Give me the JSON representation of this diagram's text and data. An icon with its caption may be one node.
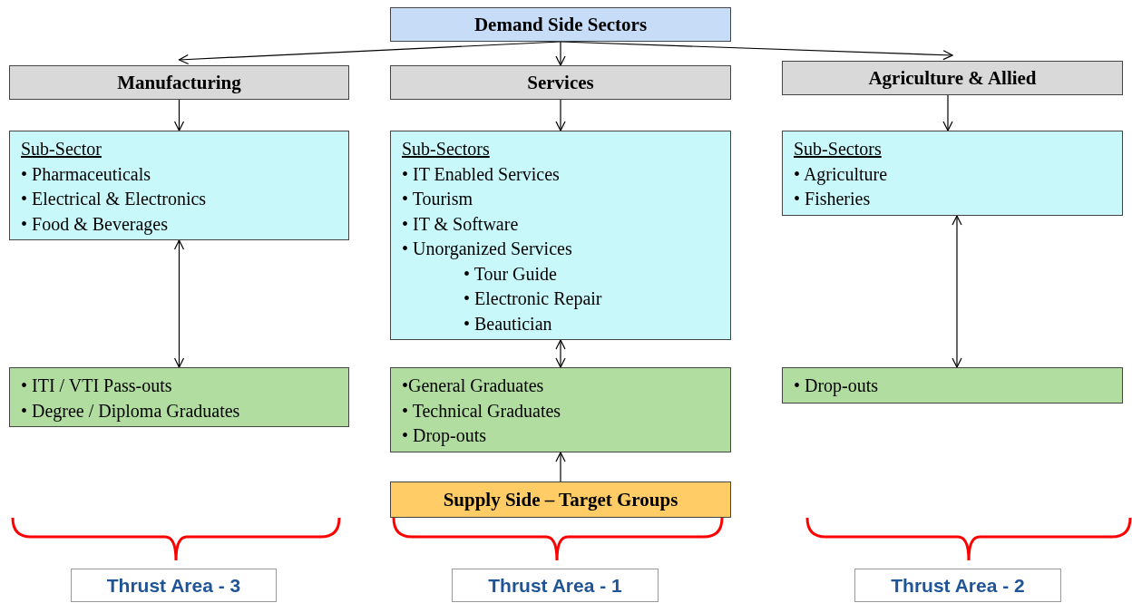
{
  "diagram": {
    "nodes": [
      {
        "text": [
          "Demand Side Sectors"
        ]
      },
      {
        "text": [
          "Manufacturing"
        ]
      },
      {
        "text": [
          "Services"
        ]
      },
      {
        "text": [
          "Agriculture & Allied"
        ]
      },
      {
        "text": [
          "Sub-Sector",
          "• Pharmaceuticals",
          "• Electrical & Electronics",
          "• Food & Beverages"
        ]
      },
      {
        "text": [
          "Sub-Sectors",
          "• IT Enabled Services",
          "• Tourism",
          "• IT & Software",
          "• Unorganized Services",
          "• Tour Guide",
          "• Electronic Repair",
          "• Beautician"
        ]
      },
      {
        "text": [
          "Sub-Sectors",
          "• Agriculture",
          "• Fisheries"
        ]
      },
      {
        "text": [
          "• ITI / VTI Pass-outs",
          "• Degree / Diploma Graduates"
        ]
      },
      {
        "text": [
          "•General Graduates",
          "• Technical Graduates",
          "• Drop-outs"
        ]
      },
      {
        "text": [
          "• Drop-outs"
        ]
      },
      {
        "text": [
          "Supply Side – Target Groups"
        ]
      },
      {
        "text": [
          "Thrust Area - 3"
        ]
      },
      {
        "text": [
          "Thrust Area - 1"
        ]
      },
      {
        "text": [
          "Thrust Area - 2"
        ]
      }
    ],
    "edges": [
      {
        "from": 0,
        "to": 1,
        "arrow": "to"
      },
      {
        "from": 0,
        "to": 2,
        "arrow": "to"
      },
      {
        "from": 0,
        "to": 3,
        "arrow": "to"
      },
      {
        "from": 1,
        "to": 4,
        "arrow": "to"
      },
      {
        "from": 2,
        "to": 5,
        "arrow": "to"
      },
      {
        "from": 3,
        "to": 6,
        "arrow": "to"
      },
      {
        "from": 4,
        "to": 7,
        "arrow": "both"
      },
      {
        "from": 5,
        "to": 8,
        "arrow": "both"
      },
      {
        "from": 6,
        "to": 9,
        "arrow": "both"
      },
      {
        "from": 10,
        "to": 8,
        "arrow": "to"
      }
    ]
  }
}
